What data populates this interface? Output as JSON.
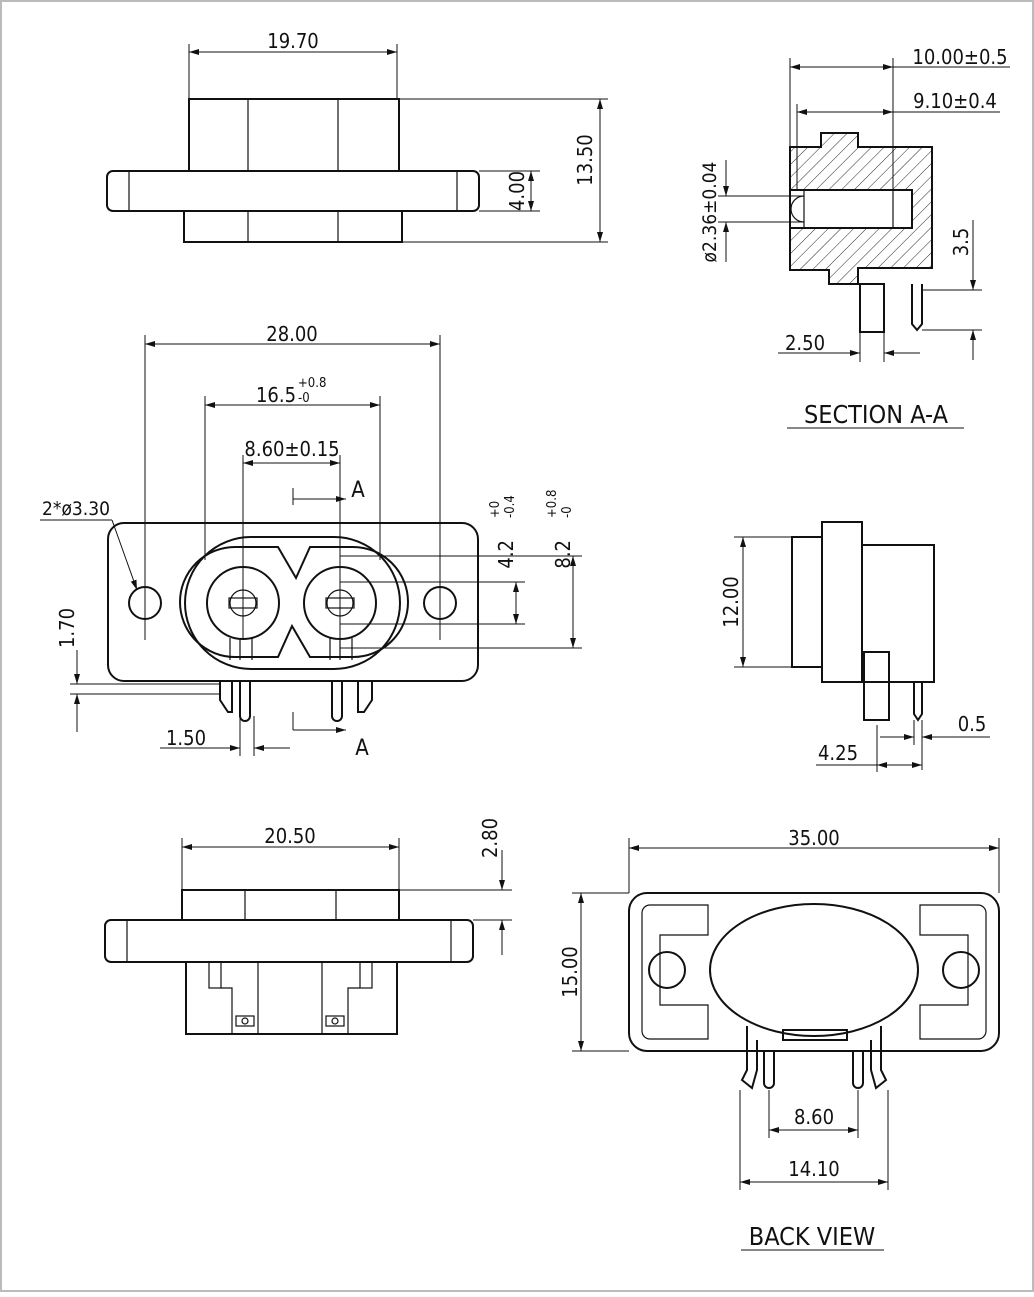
{
  "dimensions": {
    "top_width": "19.70",
    "top_height": "13.50",
    "top_flange": "4.00",
    "front_width": "28.00",
    "front_inner": "16.5",
    "front_inner_tol_up": "+0.8",
    "front_inner_tol_down": "-0",
    "pin_pitch": "8.60±0.15",
    "holes": "2*ø3.30",
    "h1": "4.2",
    "h1_tol_up": "+0",
    "h1_tol_down": "-0.4",
    "h2": "8.2",
    "h2_tol_up": "+0.8",
    "h2_tol_down": "-0",
    "left_offset": "1.70",
    "pin_width": "1.50",
    "section_d1": "10.00±0.5",
    "section_d2": "9.10±0.4",
    "section_d3": "ø2.36±0.04",
    "section_d4": "3.5",
    "section_d5": "2.50",
    "side_height": "12.00",
    "side_pin": "0.5",
    "side_offset": "4.25",
    "bottom_width": "20.50",
    "bottom_height": "2.80",
    "back_width": "35.00",
    "back_height": "15.00",
    "back_pitch": "8.60",
    "back_span": "14.10"
  },
  "labels": {
    "section_marker_top": "A",
    "section_marker_bottom": "A",
    "section_title": "SECTION A-A",
    "back_title": "BACK VIEW"
  }
}
